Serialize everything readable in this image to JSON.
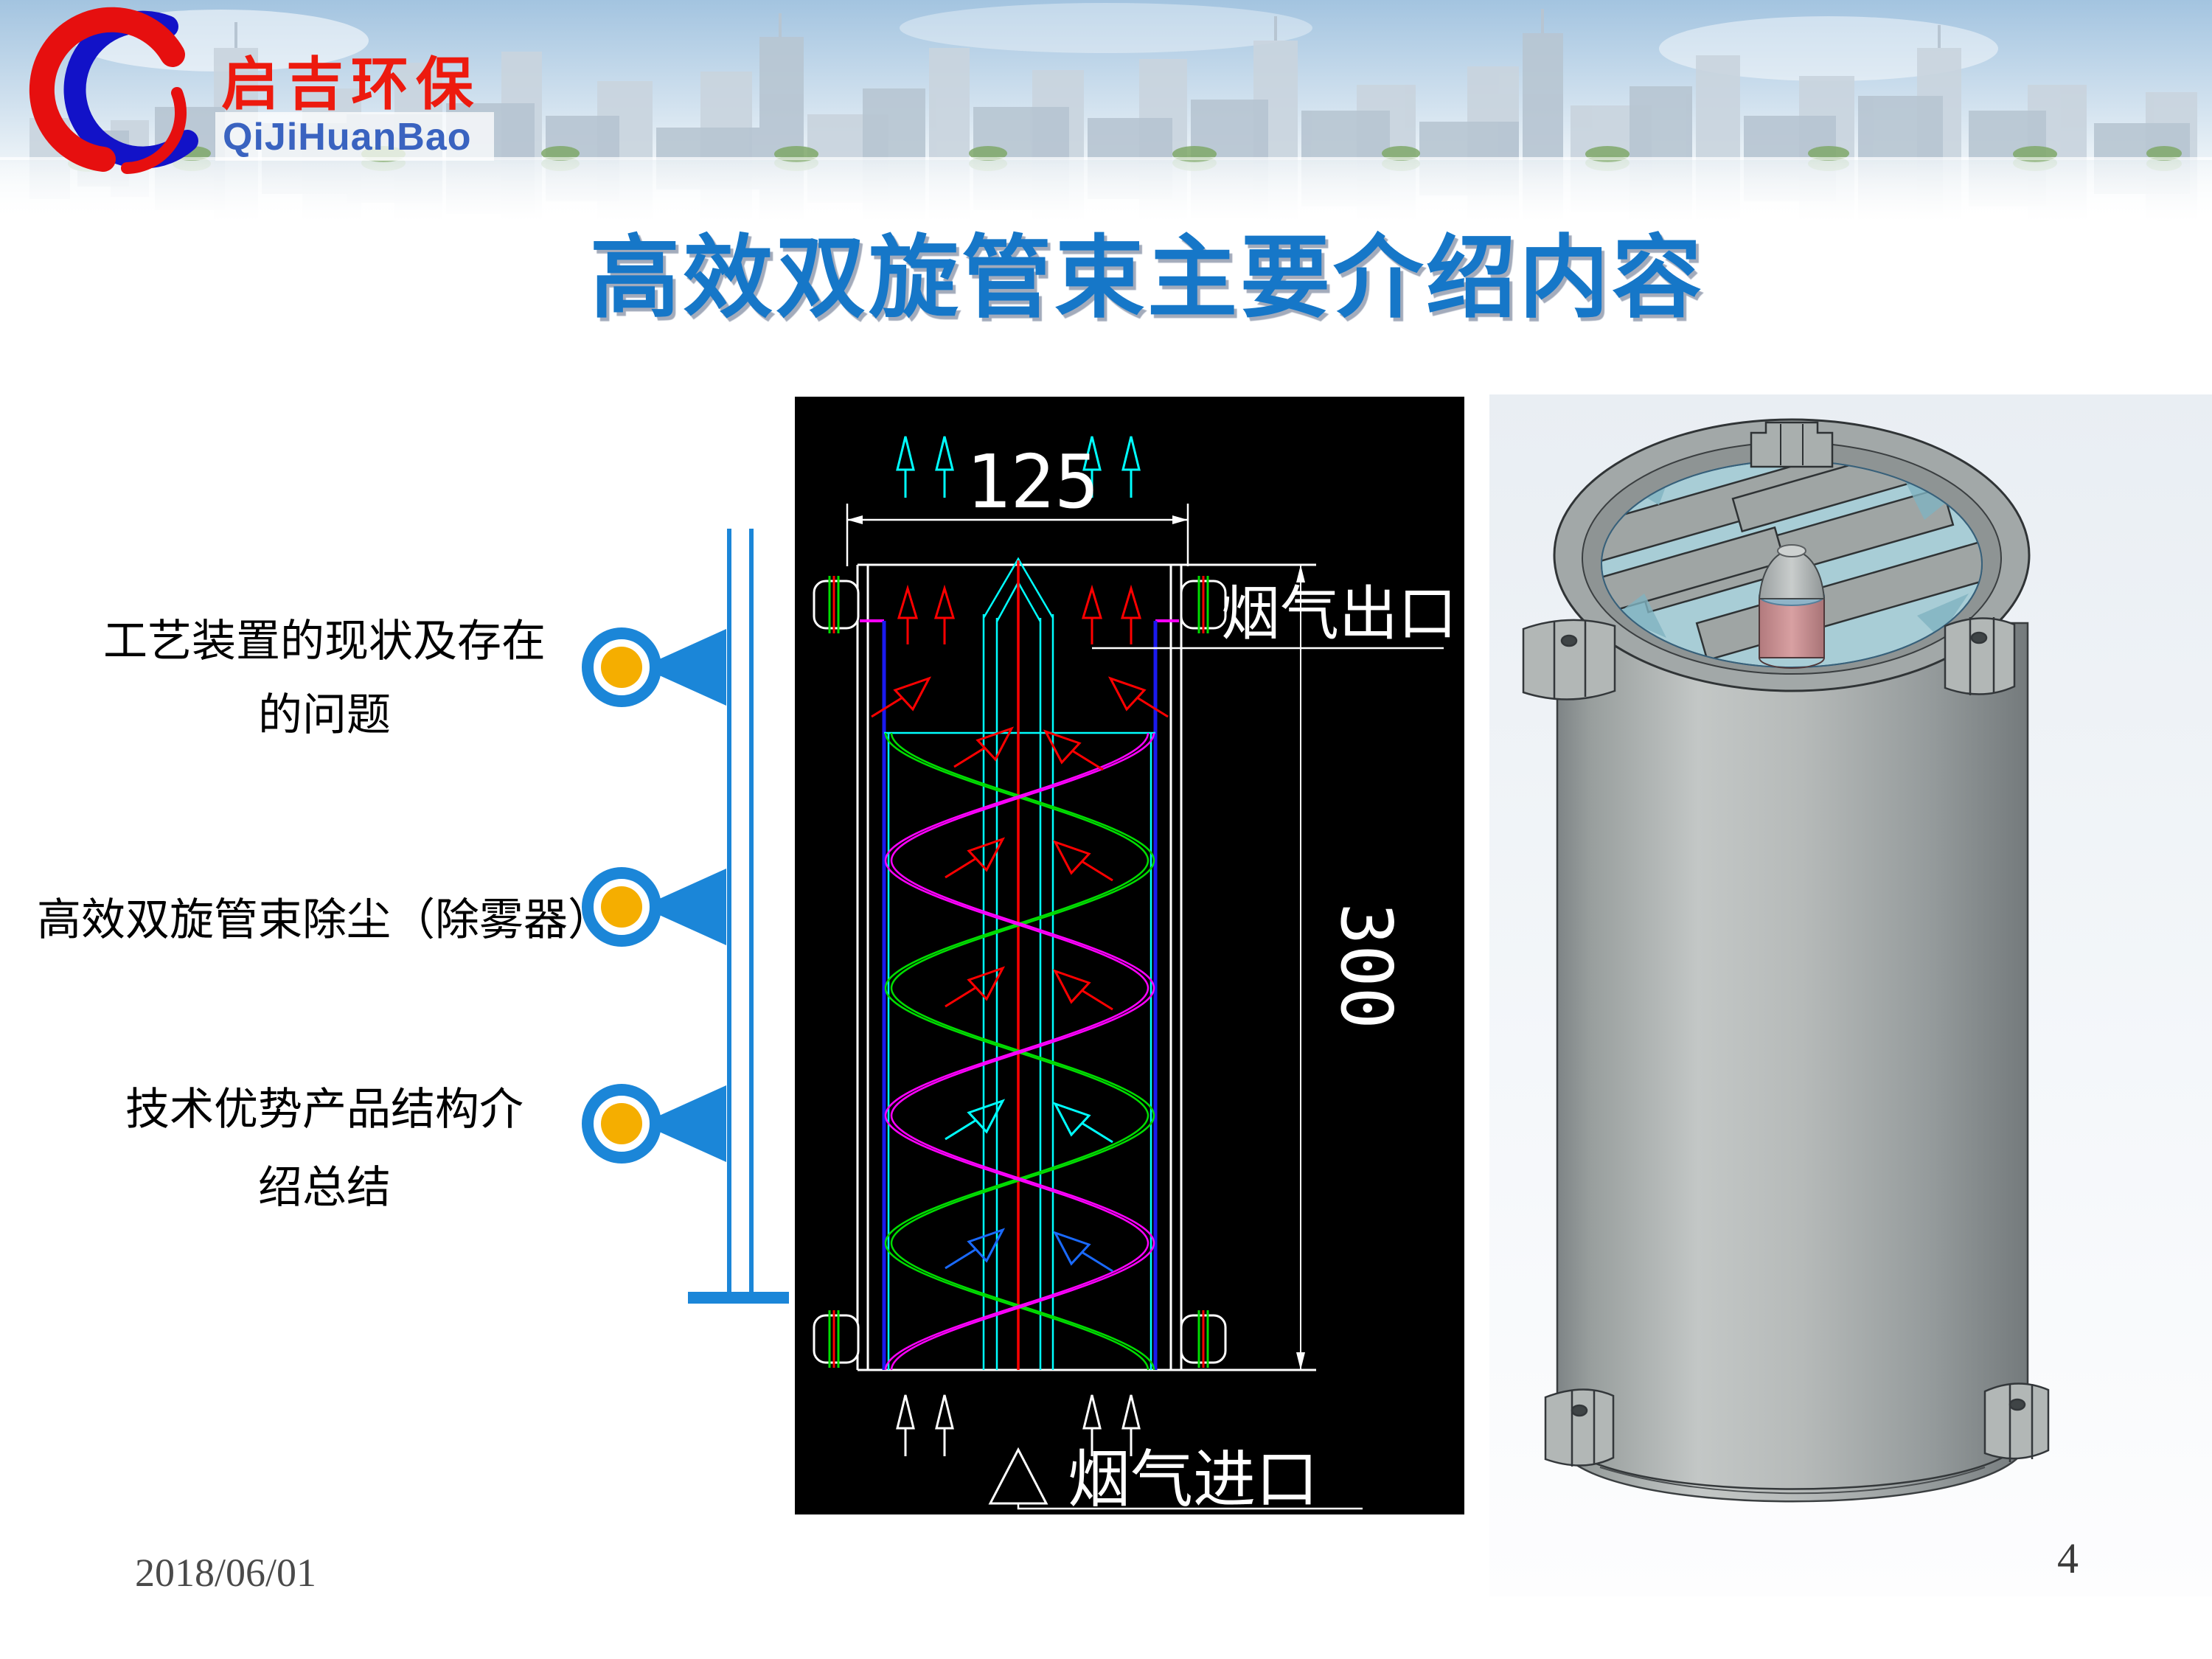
{
  "header": {
    "logo_cn": "启吉环保",
    "logo_en": "QiJiHuanBao"
  },
  "title": "高效双旋管束主要介绍内容",
  "agenda": {
    "items": [
      {
        "lines": [
          "工艺装置的现状及存在",
          "的问题"
        ]
      },
      {
        "lines": [
          "高效双旋管束除尘（除雾器）"
        ]
      },
      {
        "lines": [
          "技术优势产品结构介",
          "绍总结"
        ]
      }
    ]
  },
  "diagram": {
    "top_dimension": "125",
    "side_dimension": "300",
    "outlet_label": "烟气出口",
    "inlet_label": "烟气进口"
  },
  "footer": {
    "date": "2018/06/01",
    "page_number": "4"
  },
  "colors": {
    "title_blue": "#1677c8",
    "accent_blue": "#1b86d8",
    "bullet_yellow": "#f5ae00",
    "logo_red": "#ed1a0e",
    "logo_blue": "#3a63c0",
    "cad_background": "#000000",
    "cad_white": "#ffffff",
    "cad_cyan": "#00ffff",
    "cad_red": "#ff0000",
    "cad_green": "#00dd00",
    "cad_magenta": "#ff00ff",
    "cad_blue": "#1a1aee"
  }
}
